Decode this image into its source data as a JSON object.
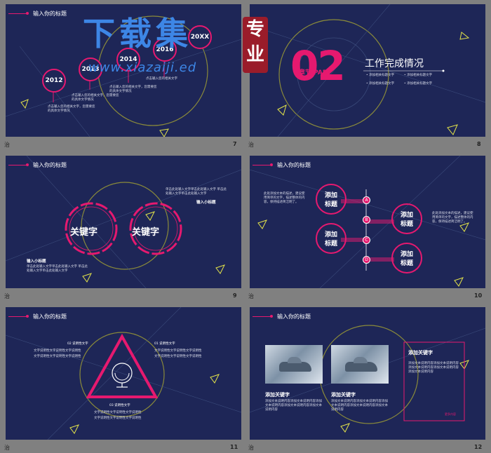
{
  "header_title": "输入你的标题",
  "watermark": {
    "main": "下载集",
    "url": "www.xiazaiji.ed",
    "badge": "专业"
  },
  "footer_caption": "治",
  "slides": {
    "s7": {
      "number": "7",
      "years": [
        "2012",
        "2013",
        "2014",
        "2016",
        "20XX"
      ],
      "desc": [
        "点击输入您的相关文字，您需要您的具体文字情况",
        "点击输入您的相关文字，您需要您的具体文字情况",
        "点击输入您的相关文字，您需要您的具体文字情况",
        "点击输入您的相关文字"
      ]
    },
    "s8": {
      "number": "8",
      "big": "02",
      "part": "章节 PART",
      "title": "工作完成情况",
      "bullets": [
        "添加相关标题文字",
        "添加相关标题文字",
        "添加相关标题文字",
        "添加相关标题文字"
      ]
    },
    "s9": {
      "number": "9",
      "kw1": "关键字",
      "kw2": "关键字",
      "sub1": "输入小标题",
      "sub2": "输入小标题",
      "desc_r": "单击此处输入文字单击此处输入文字 单击此处输入文字单击此处输入文字",
      "desc_l": "单击此处输入文字单击此处输入文字 单击此处输入文字单击此处输入文字"
    },
    "s10": {
      "number": "10",
      "add": [
        "添加\n标题",
        "添加\n标题",
        "添加\n标题",
        "添加\n标题"
      ],
      "letters": [
        "A",
        "B",
        "C",
        "D"
      ],
      "desc_l": "此处添加文本的描述，建议使用简单的文字，描述整体的内容，保持描述简洁明了。",
      "desc_r": "此处添加文本的描述，建议使用简单的文字，描述整体的内容，保持描述简洁明了。"
    },
    "s11": {
      "number": "11",
      "l01": "01 说明性文字",
      "l02": "02 说明性文字",
      "l03": "03 说明性文字",
      "body": "文字说明性文字说明性文字说明性",
      "body2": "文字说明性文字说明性文字说明性"
    },
    "s12": {
      "number": "12",
      "kw": [
        "添加关键字",
        "添加关键字",
        "添加关键字"
      ],
      "body": "添加文本说明内容添加文本说明内容添加文本说明内容添加文本说明内容添加文本说明内容",
      "more": "更多内容"
    }
  }
}
